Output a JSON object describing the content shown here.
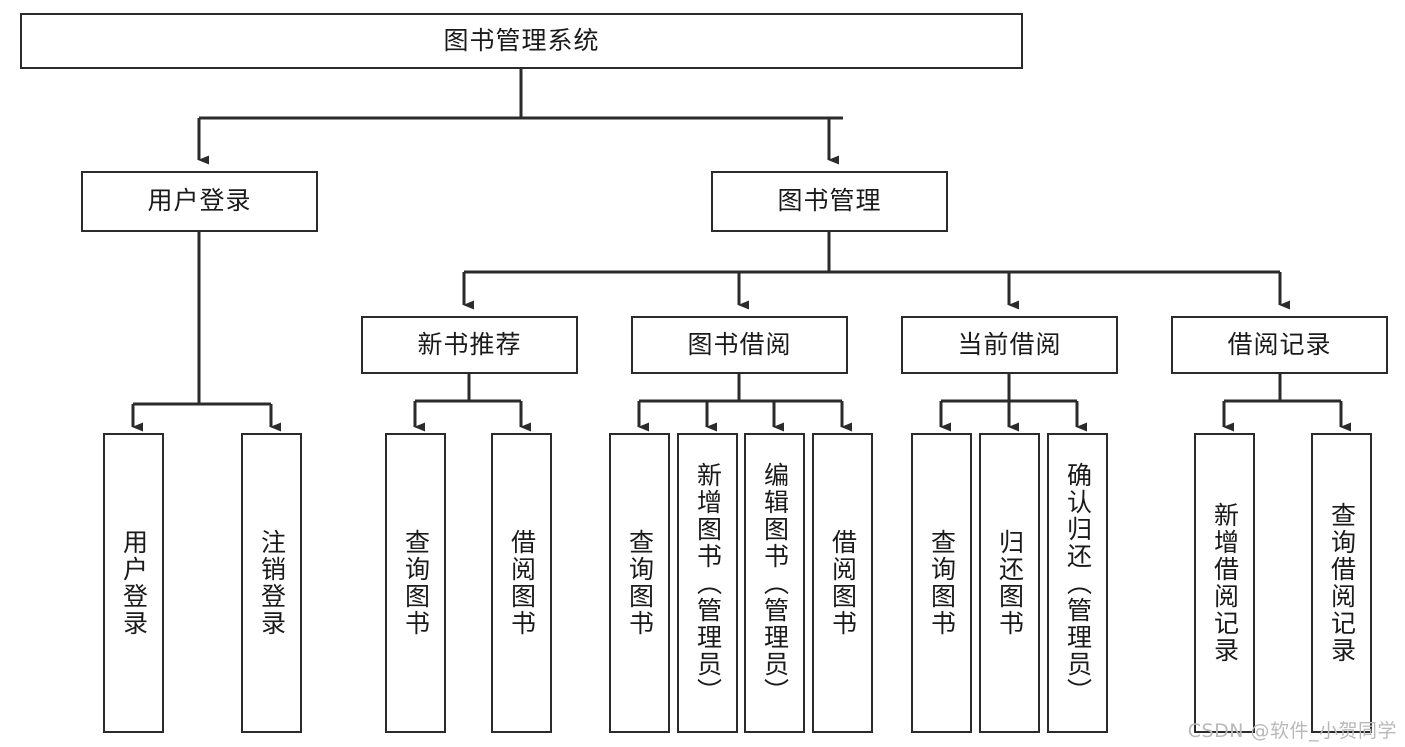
{
  "diagram": {
    "title": "图书管理系统",
    "type": "tree-hierarchy-diagram",
    "colors": {
      "box_border": "#2b2b2b",
      "box_fill": "#ffffff",
      "connector": "#2b2b2b",
      "text": "#1a1a1a",
      "watermark": "#b9b9b9",
      "background": "#ffffff"
    },
    "watermark": "CSDN @软件_小贺同学",
    "nodes": {
      "root": {
        "label": "图书管理系统"
      },
      "tier2": [
        {
          "label": "用户登录"
        },
        {
          "label": "图书管理"
        }
      ],
      "tier3": [
        {
          "label": "新书推荐"
        },
        {
          "label": "图书借阅"
        },
        {
          "label": "当前借阅"
        },
        {
          "label": "借阅记录"
        }
      ],
      "leaves": {
        "user_login": [
          {
            "label": "用户登录"
          },
          {
            "label": "注销登录"
          }
        ],
        "new_book_recommend": [
          {
            "label": "查询图书"
          },
          {
            "label": "借阅图书"
          }
        ],
        "book_borrow": [
          {
            "label": "查询图书"
          },
          {
            "label": "新增图书（管理员）"
          },
          {
            "label": "编辑图书（管理员）"
          },
          {
            "label": "借阅图书"
          }
        ],
        "current_borrow": [
          {
            "label": "查询图书"
          },
          {
            "label": "归还图书"
          },
          {
            "label": "确认归还（管理员）"
          }
        ],
        "borrow_records": [
          {
            "label": "新增借阅记录"
          },
          {
            "label": "查询借阅记录"
          }
        ]
      }
    }
  }
}
